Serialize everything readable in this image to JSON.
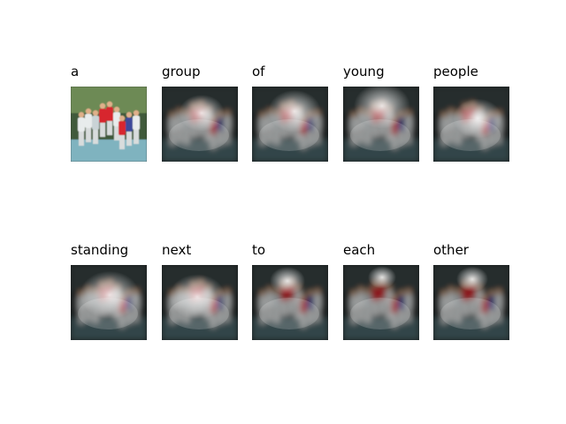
{
  "figure": {
    "words": [
      {
        "word": "a",
        "style": "original"
      },
      {
        "word": "group",
        "style": "attention"
      },
      {
        "word": "of",
        "style": "attention"
      },
      {
        "word": "young",
        "style": "attention"
      },
      {
        "word": "people",
        "style": "attention"
      },
      {
        "word": "standing",
        "style": "attention"
      },
      {
        "word": "next",
        "style": "attention"
      },
      {
        "word": "to",
        "style": "attention"
      },
      {
        "word": "each",
        "style": "attention"
      },
      {
        "word": "other",
        "style": "attention"
      }
    ],
    "colors": {
      "background": "#ffffff",
      "text": "#000000",
      "photo_dark": "#2a3030",
      "photo_ground": "#7fb3bf",
      "shirt_red": "#d7262e",
      "shirt_white": "#e8ecec"
    }
  }
}
